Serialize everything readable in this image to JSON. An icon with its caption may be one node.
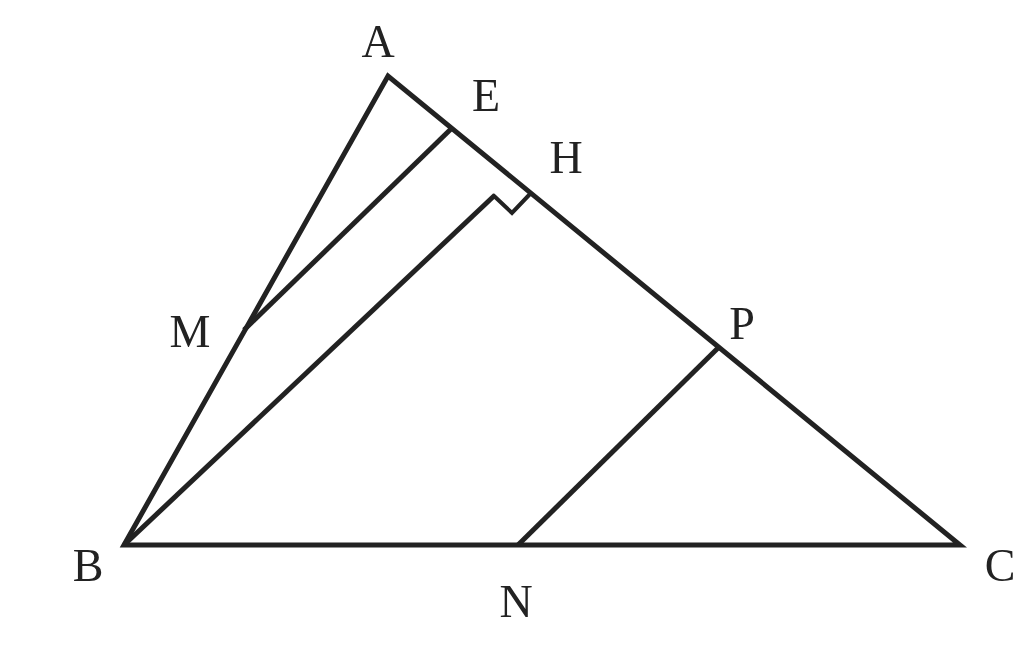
{
  "diagram": {
    "labels": [
      "A",
      "E",
      "H",
      "M",
      "P",
      "B",
      "N",
      "C"
    ]
  }
}
